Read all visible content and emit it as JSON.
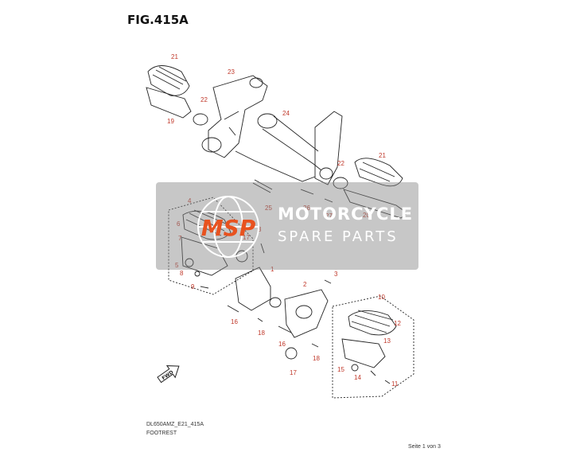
{
  "figure": {
    "title": "FIG.415A",
    "code": "DL650AMZ_E21_415A",
    "section": "FOOTREST",
    "page": "Seite 1 von 3"
  },
  "watermark": {
    "logo_text": "MSP",
    "line1": "MOTORCYCLE",
    "line2": "SPARE PARTS",
    "color": "#e8521f"
  },
  "callouts": [
    "21",
    "23",
    "22",
    "19",
    "24",
    "21",
    "22",
    "4",
    "25",
    "26",
    "27",
    "20",
    "6",
    "3",
    "17",
    "7",
    "5",
    "8",
    "9",
    "1",
    "3",
    "2",
    "10",
    "16",
    "18",
    "16",
    "12",
    "13",
    "18",
    "17",
    "15",
    "14",
    "11"
  ],
  "direction_badge": "FWD",
  "colors": {
    "callout": "#c0392b",
    "line": "#222222"
  }
}
